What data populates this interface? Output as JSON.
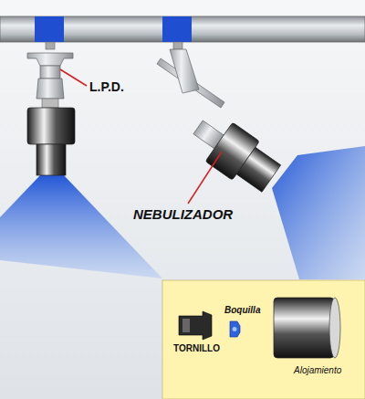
{
  "diagram": {
    "labels": [
      "L.P.D.",
      "NEBULIZADOR",
      "Boquilla",
      "TORNILLO",
      "Alojamiento"
    ]
  }
}
